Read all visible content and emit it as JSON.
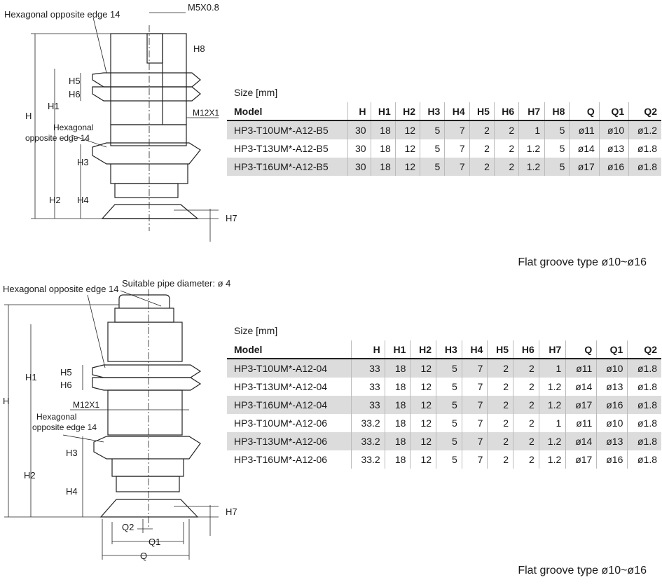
{
  "drawing1": {
    "labels": {
      "hex_top": "Hexagonal opposite edge 14",
      "thread_top": "M5X0.8",
      "h8": "H8",
      "h5": "H5",
      "h6": "H6",
      "h": "H",
      "h1": "H1",
      "m12": "M12X1",
      "hex_mid_1": "Hexagonal",
      "hex_mid_2": "opposite edge 14",
      "h3": "H3",
      "h2": "H2",
      "h4": "H4",
      "h7": "H7"
    }
  },
  "table1": {
    "size_label": "Size [mm]",
    "headers": [
      "Model",
      "H",
      "H1",
      "H2",
      "H3",
      "H4",
      "H5",
      "H6",
      "H7",
      "H8",
      "Q",
      "Q1",
      "Q2"
    ],
    "rows": [
      [
        "HP3-T10UM*-A12-B5",
        "30",
        "18",
        "12",
        "5",
        "7",
        "2",
        "2",
        "1",
        "5",
        "ø11",
        "ø10",
        "ø1.2"
      ],
      [
        "HP3-T13UM*-A12-B5",
        "30",
        "18",
        "12",
        "5",
        "7",
        "2",
        "2",
        "1.2",
        "5",
        "ø14",
        "ø13",
        "ø1.8"
      ],
      [
        "HP3-T16UM*-A12-B5",
        "30",
        "18",
        "12",
        "5",
        "7",
        "2",
        "2",
        "1.2",
        "5",
        "ø17",
        "ø16",
        "ø1.8"
      ]
    ],
    "caption": "Flat groove type ø10~ø16"
  },
  "drawing2": {
    "labels": {
      "hex_top": "Hexagonal opposite edge 14",
      "pipe": "Suitable pipe diameter: ø 4",
      "h": "H",
      "h1": "H1",
      "h5": "H5",
      "h6": "H6",
      "m12": "M12X1",
      "hex_mid_1": "Hexagonal",
      "hex_mid_2": "opposite edge 14",
      "h3": "H3",
      "h2": "H2",
      "h4": "H4",
      "h7": "H7",
      "q2": "Q2",
      "q1": "Q1",
      "q": "Q"
    }
  },
  "table2": {
    "size_label": "Size [mm]",
    "headers": [
      "Model",
      "H",
      "H1",
      "H2",
      "H3",
      "H4",
      "H5",
      "H6",
      "H7",
      "Q",
      "Q1",
      "Q2"
    ],
    "rows": [
      [
        "HP3-T10UM*-A12-04",
        "33",
        "18",
        "12",
        "5",
        "7",
        "2",
        "2",
        "1",
        "ø11",
        "ø10",
        "ø1.8"
      ],
      [
        "HP3-T13UM*-A12-04",
        "33",
        "18",
        "12",
        "5",
        "7",
        "2",
        "2",
        "1.2",
        "ø14",
        "ø13",
        "ø1.8"
      ],
      [
        "HP3-T16UM*-A12-04",
        "33",
        "18",
        "12",
        "5",
        "7",
        "2",
        "2",
        "1.2",
        "ø17",
        "ø16",
        "ø1.8"
      ],
      [
        "HP3-T10UM*-A12-06",
        "33.2",
        "18",
        "12",
        "5",
        "7",
        "2",
        "2",
        "1",
        "ø11",
        "ø10",
        "ø1.8"
      ],
      [
        "HP3-T13UM*-A12-06",
        "33.2",
        "18",
        "12",
        "5",
        "7",
        "2",
        "2",
        "1.2",
        "ø14",
        "ø13",
        "ø1.8"
      ],
      [
        "HP3-T16UM*-A12-06",
        "33.2",
        "18",
        "12",
        "5",
        "7",
        "2",
        "2",
        "1.2",
        "ø17",
        "ø16",
        "ø1.8"
      ]
    ],
    "caption": "Flat groove type ø10~ø16"
  }
}
